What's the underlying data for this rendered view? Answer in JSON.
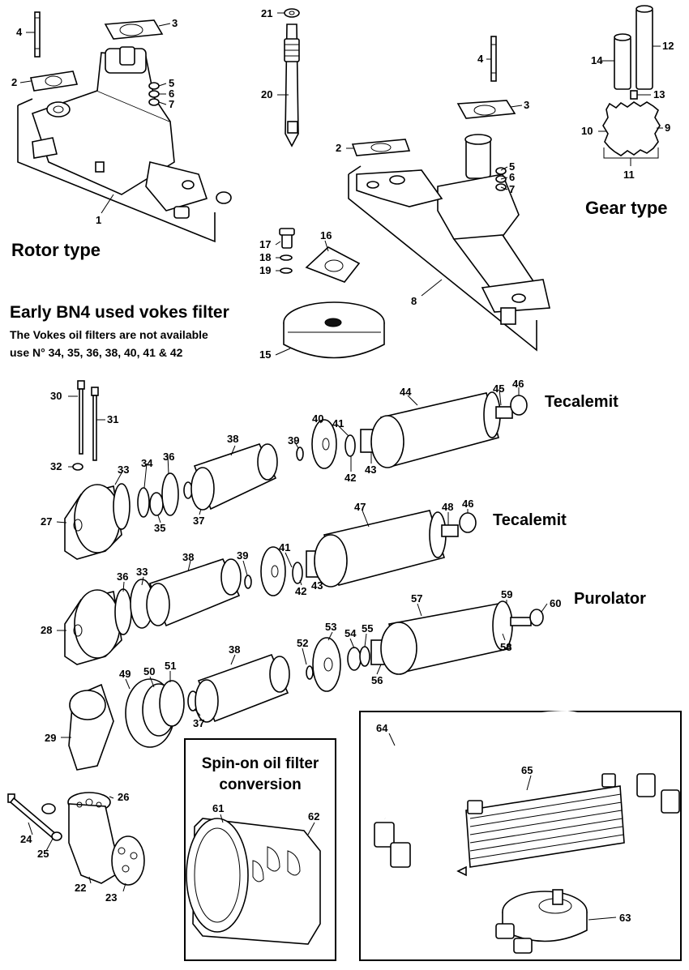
{
  "headings": {
    "rotor_type": "Rotor type",
    "gear_type": "Gear type",
    "vokes_title": "Early BN4 used vokes filter",
    "vokes_note_line1": "The Vokes oil filters are not available",
    "vokes_note_line2": "use N° 34, 35, 36, 38, 40, 41 & 42",
    "tecalemit_1": "Tecalemit",
    "tecalemit_2": "Tecalemit",
    "purolator": "Purolator",
    "spin_on_line1": "Spin-on oil filter",
    "spin_on_line2": "conversion"
  },
  "part_numbers": {
    "n1": "1",
    "n2a": "2",
    "n3a": "3",
    "n4a": "4",
    "n5a": "5",
    "n6a": "6",
    "n7a": "7",
    "n2b": "2",
    "n3b": "3",
    "n4b": "4",
    "n5b": "5",
    "n6b": "6",
    "n7b": "7",
    "n8": "8",
    "n9": "9",
    "n10": "10",
    "n11": "11",
    "n12": "12",
    "n13": "13",
    "n14": "14",
    "n15": "15",
    "n16": "16",
    "n17": "17",
    "n18": "18",
    "n19": "19",
    "n20": "20",
    "n21": "21",
    "n22": "22",
    "n23": "23",
    "n24": "24",
    "n25": "25",
    "n26": "26",
    "n27": "27",
    "n28": "28",
    "n29": "29",
    "n30": "30",
    "n31": "31",
    "n32": "32",
    "n33a": "33",
    "n33b": "33",
    "n34": "34",
    "n35": "35",
    "n36a": "36",
    "n36b": "36",
    "n37a": "37",
    "n37b": "37",
    "n38a": "38",
    "n38b": "38",
    "n38c": "38",
    "n39a": "39",
    "n39b": "39",
    "n40": "40",
    "n41a": "41",
    "n41b": "41",
    "n42a": "42",
    "n42b": "42",
    "n43a": "43",
    "n43b": "43",
    "n44": "44",
    "n45": "45",
    "n46a": "46",
    "n46b": "46",
    "n47": "47",
    "n48": "48",
    "n49": "49",
    "n50": "50",
    "n51": "51",
    "n52": "52",
    "n53": "53",
    "n54": "54",
    "n55": "55",
    "n56": "56",
    "n57": "57",
    "n58": "58",
    "n59": "59",
    "n60": "60",
    "n61": "61",
    "n62": "62",
    "n63": "63",
    "n64": "64",
    "n65": "65"
  }
}
